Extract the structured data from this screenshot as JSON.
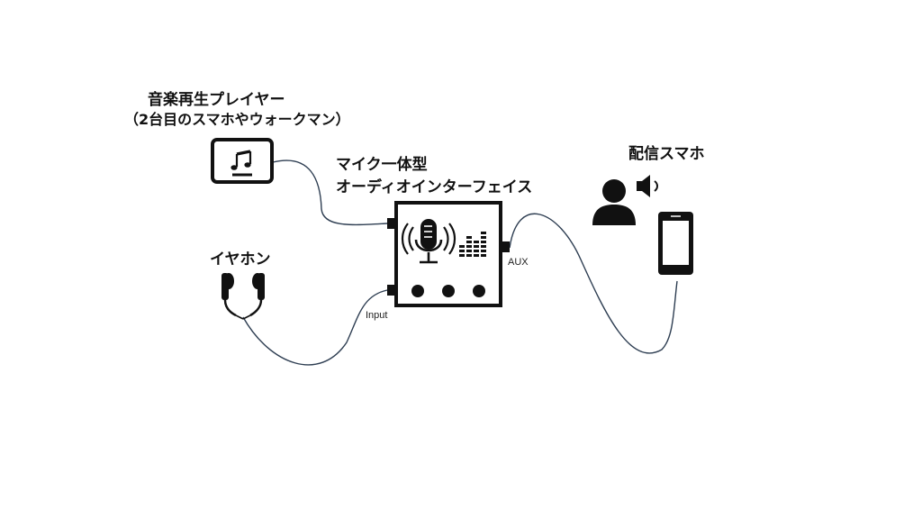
{
  "labels": {
    "player_line1": "音楽再生プレイヤー",
    "player_line2": "（2台目のスマホやウォークマン）",
    "interface_line1": "マイク一体型",
    "interface_line2": "オーディオインターフェイス",
    "earphones": "イヤホン",
    "streaming_phone": "配信スマホ",
    "port_aux": "AUX",
    "port_input": "Input"
  },
  "icons": {
    "player": "tablet-music-note-icon",
    "earphones": "earbuds-icon",
    "interface": "microphone-equalizer-icon",
    "person": "person-icon",
    "speaker": "speaker-icon",
    "phone": "smartphone-icon"
  },
  "colors": {
    "cable": "#2e3e52",
    "device": "#111111"
  }
}
